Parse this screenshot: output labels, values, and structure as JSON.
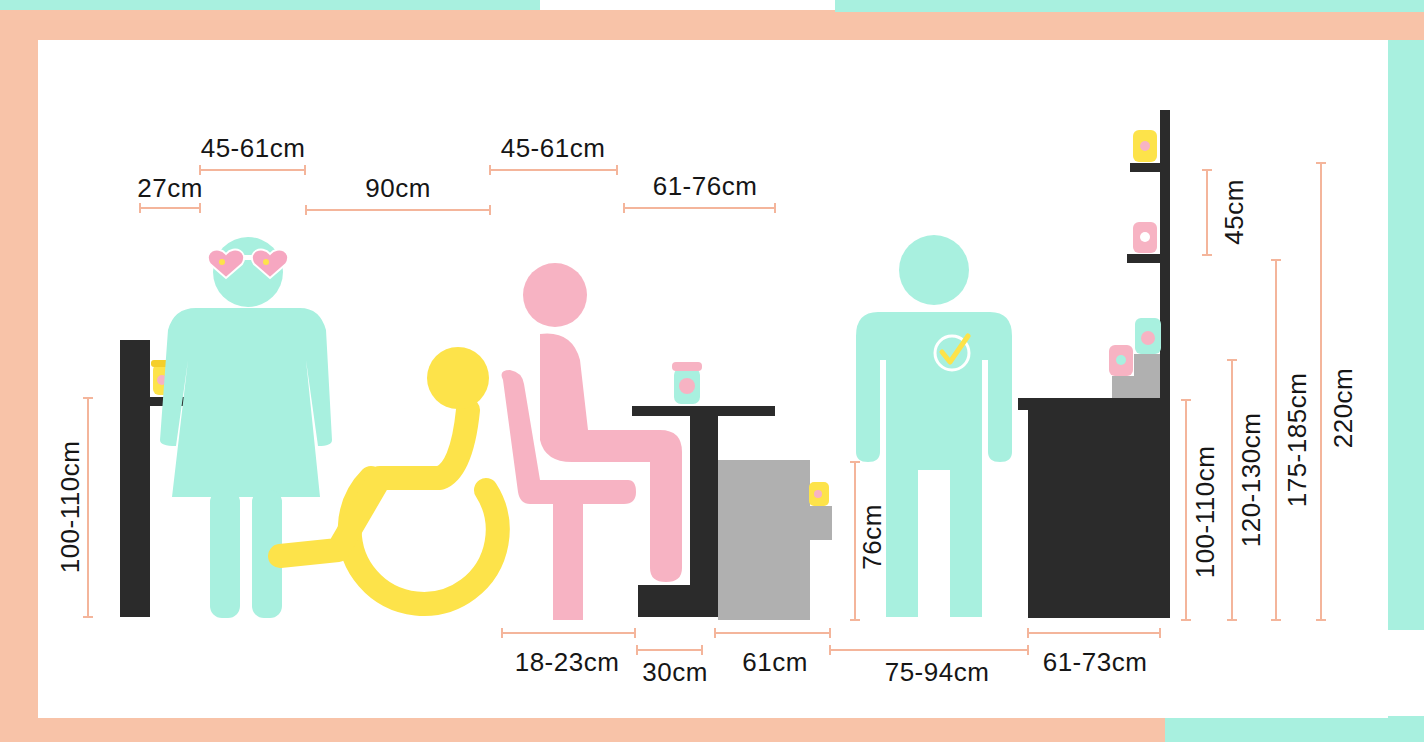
{
  "diagram": {
    "labels": [
      "45-61cm",
      "27cm",
      "90cm",
      "45-61cm",
      "61-76cm",
      "45cm",
      "100-110cm",
      "76cm",
      "100-110cm",
      "120-130cm",
      "175-185cm",
      "220cm",
      "18-23cm",
      "30cm",
      "61cm",
      "75-94cm",
      "61-73cm"
    ]
  }
}
